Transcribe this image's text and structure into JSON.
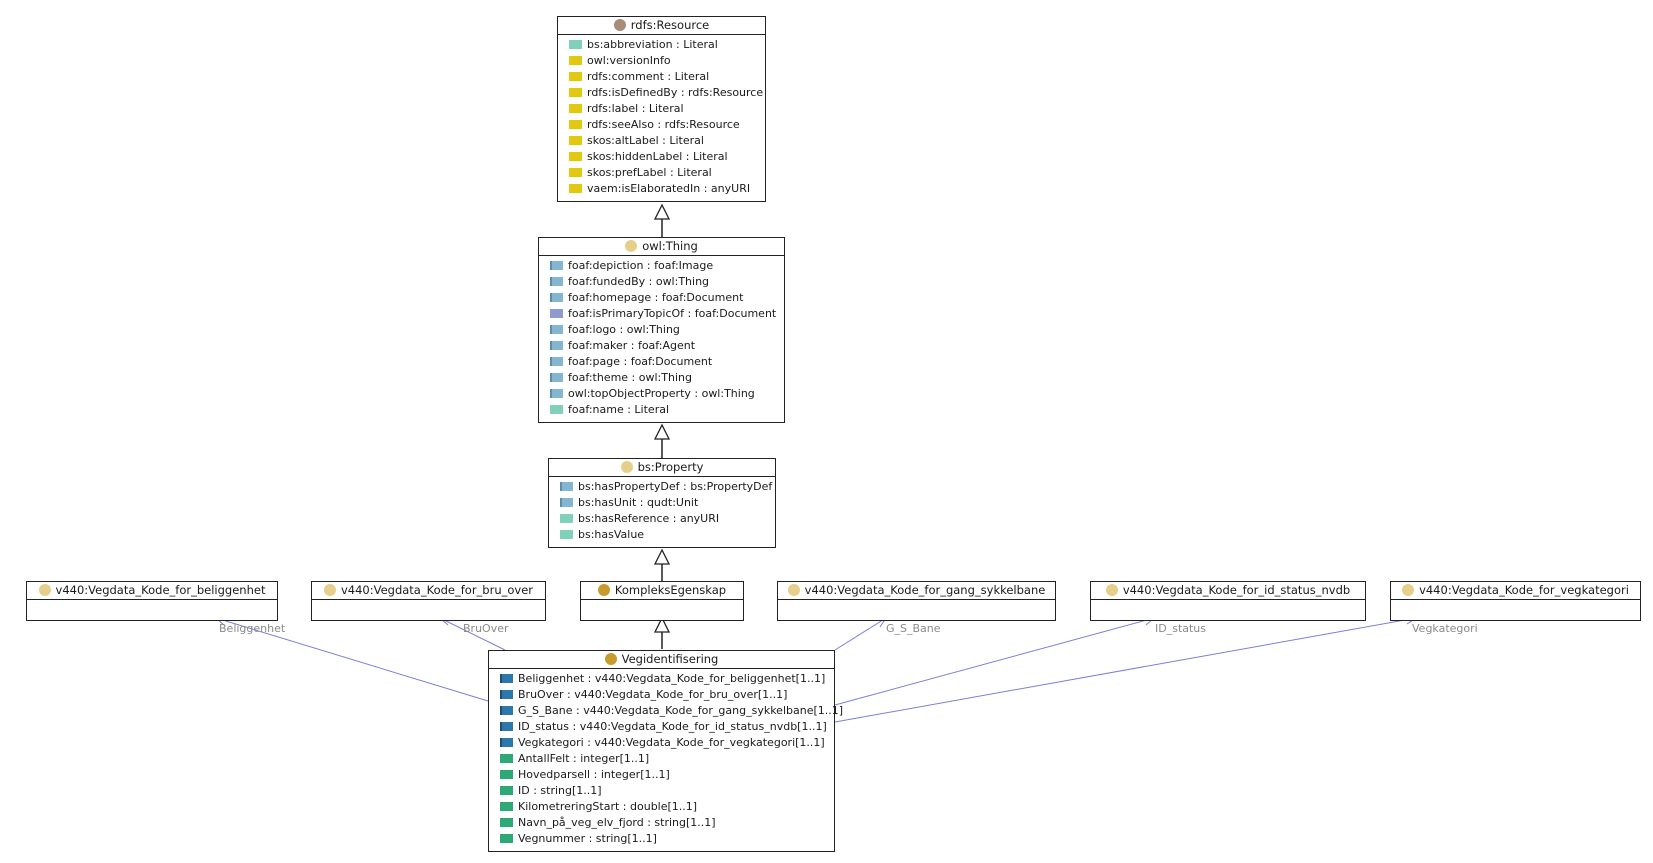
{
  "colors": {
    "resource_dot": "#a88b78",
    "class_dot": "#e6cf8b",
    "concrete_dot": "#c99a2e",
    "association_line": "#7b7fd6",
    "generalization_line": "#222222"
  },
  "classes": {
    "rdfs_resource": {
      "name": "rdfs:Resource",
      "attributes": [
        {
          "icon": "lit",
          "text": "bs:abbreviation : Literal"
        },
        {
          "icon": "ann",
          "text": "owl:versionInfo"
        },
        {
          "icon": "ann",
          "text": "rdfs:comment : Literal"
        },
        {
          "icon": "ann",
          "text": "rdfs:isDefinedBy : rdfs:Resource"
        },
        {
          "icon": "ann",
          "text": "rdfs:label : Literal"
        },
        {
          "icon": "ann",
          "text": "rdfs:seeAlso : rdfs:Resource"
        },
        {
          "icon": "ann",
          "text": "skos:altLabel : Literal"
        },
        {
          "icon": "ann",
          "text": "skos:hiddenLabel : Literal"
        },
        {
          "icon": "ann",
          "text": "skos:prefLabel : Literal"
        },
        {
          "icon": "ann",
          "text": "vaem:isElaboratedIn : anyURI"
        }
      ]
    },
    "owl_thing": {
      "name": "owl:Thing",
      "attributes": [
        {
          "icon": "obj",
          "text": "foaf:depiction : foaf:Image"
        },
        {
          "icon": "obj",
          "text": "foaf:fundedBy : owl:Thing"
        },
        {
          "icon": "obj",
          "text": "foaf:homepage : foaf:Document"
        },
        {
          "icon": "prim",
          "text": "foaf:isPrimaryTopicOf : foaf:Document"
        },
        {
          "icon": "obj",
          "text": "foaf:logo : owl:Thing"
        },
        {
          "icon": "obj",
          "text": "foaf:maker : foaf:Agent"
        },
        {
          "icon": "obj",
          "text": "foaf:page : foaf:Document"
        },
        {
          "icon": "obj",
          "text": "foaf:theme : owl:Thing"
        },
        {
          "icon": "obj",
          "text": "owl:topObjectProperty : owl:Thing"
        },
        {
          "icon": "lit",
          "text": "foaf:name : Literal"
        }
      ]
    },
    "bs_property": {
      "name": "bs:Property",
      "attributes": [
        {
          "icon": "obj",
          "text": "bs:hasPropertyDef : bs:PropertyDef"
        },
        {
          "icon": "obj",
          "text": "bs:hasUnit : qudt:Unit"
        },
        {
          "icon": "lit",
          "text": "bs:hasReference : anyURI"
        },
        {
          "icon": "lit",
          "text": "bs:hasValue"
        }
      ]
    },
    "kode_beliggenhet": {
      "name": "v440:Vegdata_Kode_for_beliggenhet",
      "attributes": []
    },
    "kode_bru_over": {
      "name": "v440:Vegdata_Kode_for_bru_over",
      "attributes": []
    },
    "kompleks_egenskap": {
      "name": "KompleksEgenskap",
      "attributes": []
    },
    "kode_gang_sykkelbane": {
      "name": "v440:Vegdata_Kode_for_gang_sykkelbane",
      "attributes": []
    },
    "kode_id_status": {
      "name": "v440:Vegdata_Kode_for_id_status_nvdb",
      "attributes": []
    },
    "kode_vegkategori": {
      "name": "v440:Vegdata_Kode_for_vegkategori",
      "attributes": []
    },
    "vegidentifisering": {
      "name": "Vegidentifisering",
      "attributes": [
        {
          "icon": "objd",
          "text": "Beliggenhet : v440:Vegdata_Kode_for_beliggenhet[1..1]"
        },
        {
          "icon": "objd",
          "text": "BruOver : v440:Vegdata_Kode_for_bru_over[1..1]"
        },
        {
          "icon": "objd",
          "text": "G_S_Bane : v440:Vegdata_Kode_for_gang_sykkelbane[1..1]"
        },
        {
          "icon": "objd",
          "text": "ID_status : v440:Vegdata_Kode_for_id_status_nvdb[1..1]"
        },
        {
          "icon": "objd",
          "text": "Vegkategori : v440:Vegdata_Kode_for_vegkategori[1..1]"
        },
        {
          "icon": "dat",
          "text": "AntallFelt : integer[1..1]"
        },
        {
          "icon": "dat",
          "text": "Hovedparsell : integer[1..1]"
        },
        {
          "icon": "dat",
          "text": "ID : string[1..1]"
        },
        {
          "icon": "dat",
          "text": "KilometreringStart : double[1..1]"
        },
        {
          "icon": "dat",
          "text": "Navn_på_veg_elv_fjord : string[1..1]"
        },
        {
          "icon": "dat",
          "text": "Vegnummer : string[1..1]"
        }
      ]
    }
  },
  "associations": [
    {
      "label": "Beliggenhet"
    },
    {
      "label": "BruOver"
    },
    {
      "label": "G_S_Bane"
    },
    {
      "label": "ID_status"
    },
    {
      "label": "Vegkategori"
    }
  ]
}
